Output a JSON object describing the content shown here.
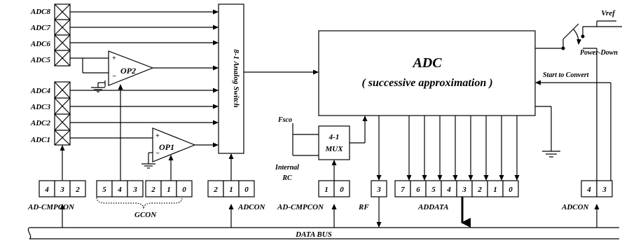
{
  "adc_block": {
    "title": "ADC",
    "subtitle": "( successive approximation )"
  },
  "analog_switch_label": "8-1 Analog Switch",
  "mux": {
    "line1": "4-1",
    "line2": "MUX"
  },
  "opamps": {
    "op2": "OP2",
    "op1": "OP1",
    "plus": "+",
    "minus": "−"
  },
  "adc_inputs": [
    "ADC8",
    "ADC7",
    "ADC6",
    "ADC5",
    "ADC4",
    "ADC3",
    "ADC2",
    "ADC1"
  ],
  "clock_sources": {
    "fsco": "Fsco",
    "internal_1": "Internal",
    "internal_2": "RC"
  },
  "vref": "Vref",
  "power_down": "Power-Down",
  "start_to_convert": "Start to Convert",
  "registers": {
    "ad_cmpcon_left": {
      "label": "AD-CMPCON",
      "bits": [
        "4",
        "3",
        "2"
      ]
    },
    "gcon": {
      "label": "GCON",
      "bits": [
        "5",
        "4",
        "3",
        "2",
        "1",
        "0"
      ]
    },
    "adcon_left": {
      "label": "ADCON",
      "bits": [
        "2",
        "1",
        "0"
      ]
    },
    "ad_cmpcon_mid": {
      "label": "AD-CMPCON",
      "bits": [
        "1",
        "0"
      ]
    },
    "rf": {
      "label": "RF",
      "bits": [
        "3"
      ]
    },
    "addata": {
      "label": "ADDATA",
      "bits": [
        "7",
        "6",
        "5",
        "4",
        "3",
        "2",
        "1",
        "0"
      ]
    },
    "adcon_right": {
      "label": "ADCON",
      "bits": [
        "4",
        "3"
      ]
    }
  },
  "data_bus": "DATA BUS"
}
